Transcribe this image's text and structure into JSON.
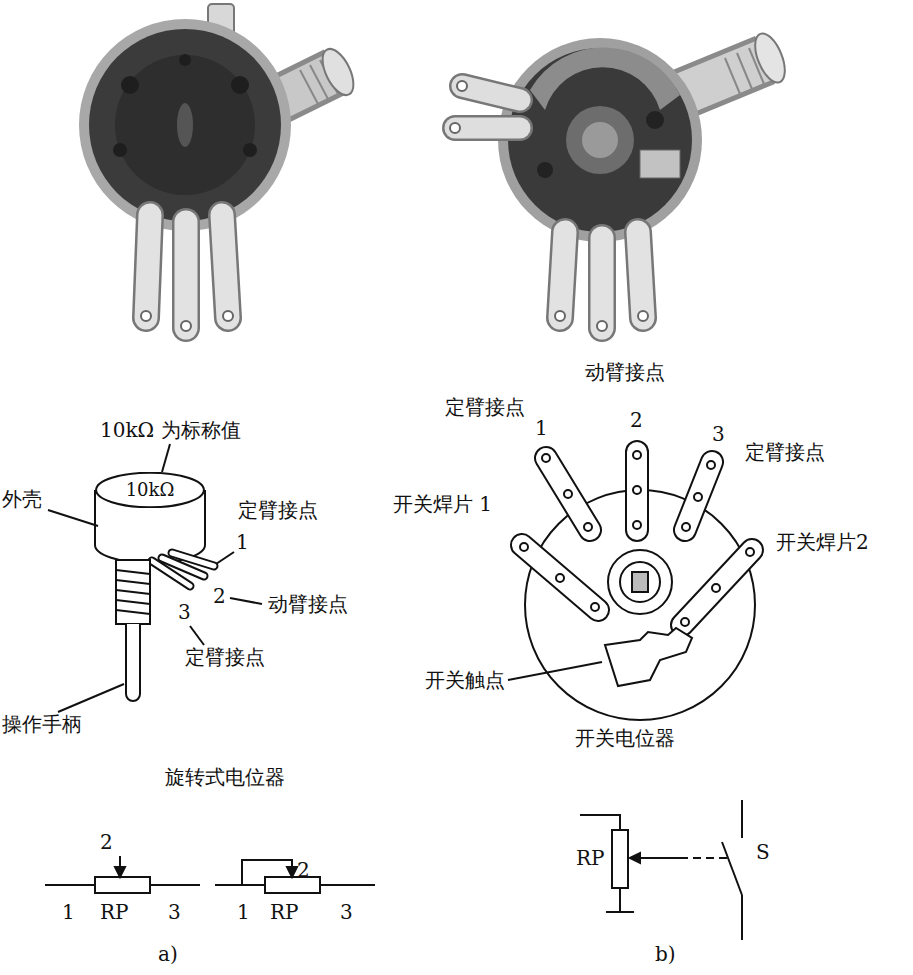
{
  "diagram": {
    "nodes": [
      {
        "text": [
          "10kΩ"
        ]
      }
    ],
    "labels": [
      "10kΩ 为标称值",
      "外壳",
      "定臂接点",
      "1",
      "2",
      "动臂接点",
      "3",
      "定臂接点",
      "操作手柄",
      "旋转式电位器",
      "动臂接点",
      "定臂接点",
      "1",
      "2",
      "3",
      "定臂接点",
      "开关焊片 1",
      "开关焊片2",
      "开关触点",
      "开关电位器",
      "2",
      "1",
      "RP",
      "3",
      "2",
      "1",
      "RP",
      "3",
      "a)",
      "RP",
      "S",
      "b)"
    ]
  }
}
